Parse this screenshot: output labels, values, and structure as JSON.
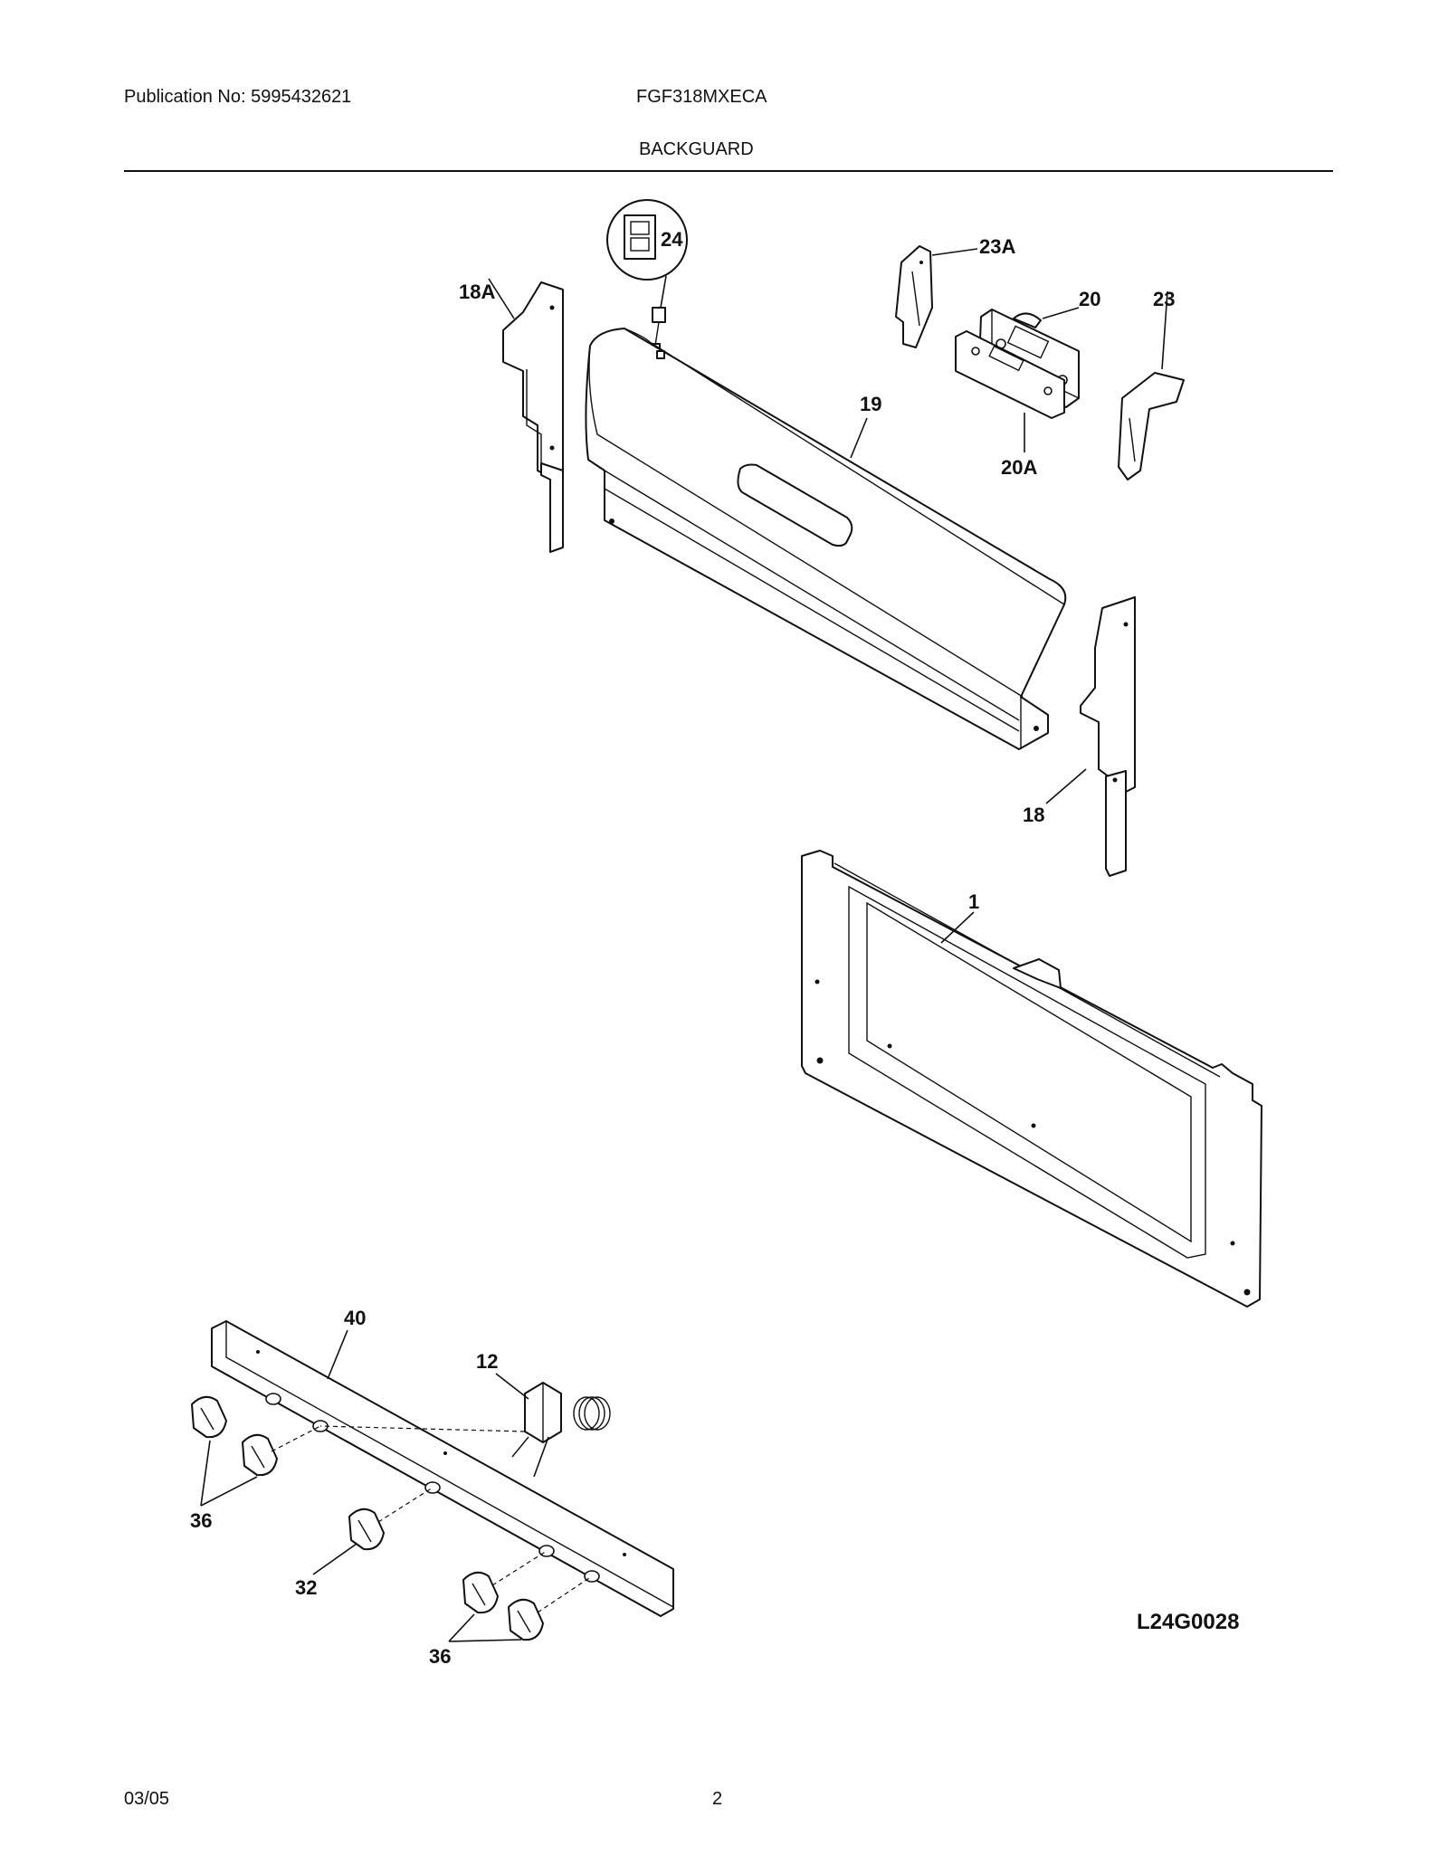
{
  "header": {
    "publication_no": "Publication No: 5995432621",
    "model": "FGF318MXECA",
    "section_title": "BACKGUARD"
  },
  "footer": {
    "date": "03/05",
    "page_number": "2"
  },
  "drawing_number": "L24G0028",
  "callouts": {
    "c24": "24",
    "c23a": "23A",
    "c20": "20",
    "c23": "23",
    "c18a": "18A",
    "c19": "19",
    "c20a": "20A",
    "c18": "18",
    "c1": "1",
    "c40": "40",
    "c12": "12",
    "c36a": "36",
    "c32": "32",
    "c36b": "36"
  }
}
